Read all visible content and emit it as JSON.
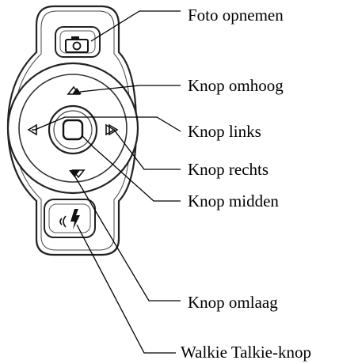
{
  "labels": {
    "photo": "Foto opnemen",
    "up": "Knop omhoog",
    "left": "Knop links",
    "right": "Knop rechts",
    "center": "Knop midden",
    "down": "Knop omlaag",
    "walkie": "Walkie Talkie-knop"
  },
  "colors": {
    "ink": "#000000",
    "device_fill": "#ffffff",
    "device_outline": "#222222"
  },
  "icons": {
    "photo_button": "camera-icon",
    "up_button": "triangle-up-icon",
    "left_button": "triangle-left-icon",
    "right_button": "triangle-right-icon",
    "down_button": "triangle-down-icon",
    "center_button": "rounded-square-icon",
    "walkie_button": "walkie-talkie-icon"
  }
}
